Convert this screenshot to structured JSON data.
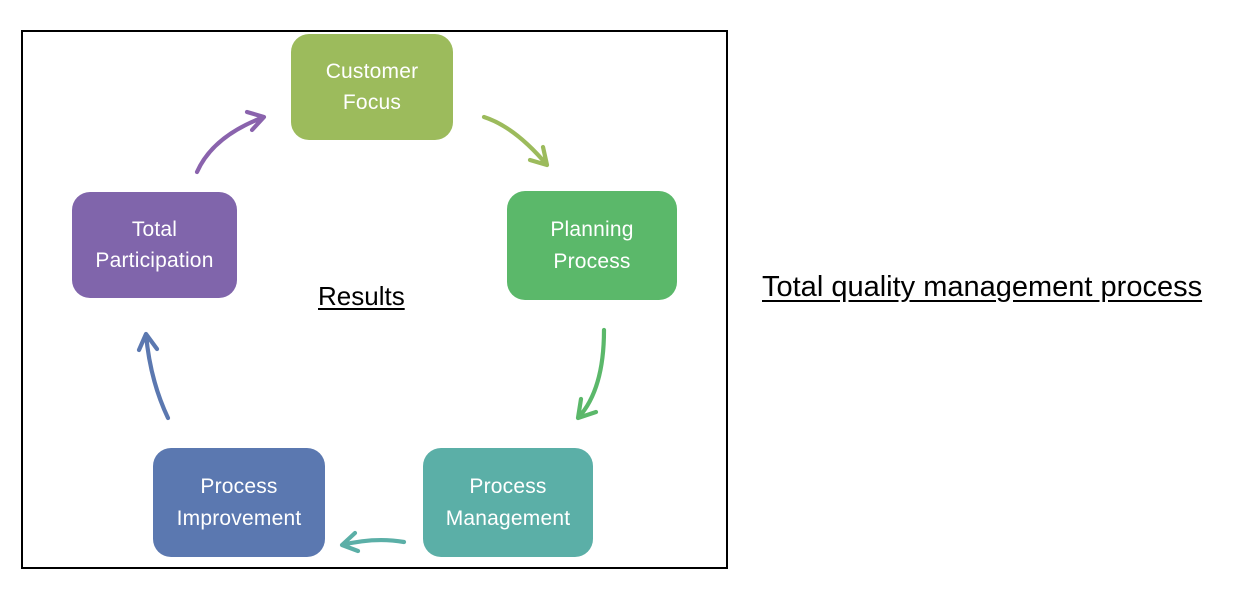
{
  "diagram": {
    "title": "Total quality management process",
    "center_label": "Results",
    "colors": {
      "frame_border": "#000000",
      "text": "#000000",
      "node_text": "#ffffff"
    },
    "nodes": [
      {
        "id": "customer-focus",
        "line1": "Customer",
        "line2": "Focus",
        "color": "#9cbb5c"
      },
      {
        "id": "planning-process",
        "line1": "Planning",
        "line2": "Process",
        "color": "#5bb86a"
      },
      {
        "id": "process-management",
        "line1": "Process",
        "line2": "Management",
        "color": "#5bafa7"
      },
      {
        "id": "process-improvement",
        "line1": "Process",
        "line2": "Improvement",
        "color": "#5b78b0"
      },
      {
        "id": "total-participation",
        "line1": "Total",
        "line2": "Participation",
        "color": "#8065ab"
      }
    ],
    "arrows": [
      {
        "from": "total-participation",
        "to": "customer-focus",
        "color": "#8a63ad"
      },
      {
        "from": "customer-focus",
        "to": "planning-process",
        "color": "#9cbb5c"
      },
      {
        "from": "planning-process",
        "to": "process-management",
        "color": "#5bb86a"
      },
      {
        "from": "process-management",
        "to": "process-improvement",
        "color": "#5bafa7"
      },
      {
        "from": "process-improvement",
        "to": "total-participation",
        "color": "#5b78b0"
      }
    ]
  }
}
